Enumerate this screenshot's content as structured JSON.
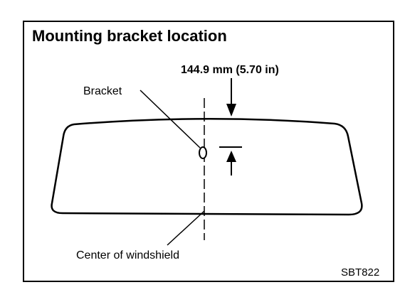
{
  "diagram": {
    "title": "Mounting bracket location",
    "dimension_label": "144.9 mm (5.70 in)",
    "bracket_label": "Bracket",
    "center_label": "Center of windshield",
    "figure_code": "SBT822"
  },
  "colors": {
    "ink": "#000000",
    "background": "#ffffff"
  }
}
